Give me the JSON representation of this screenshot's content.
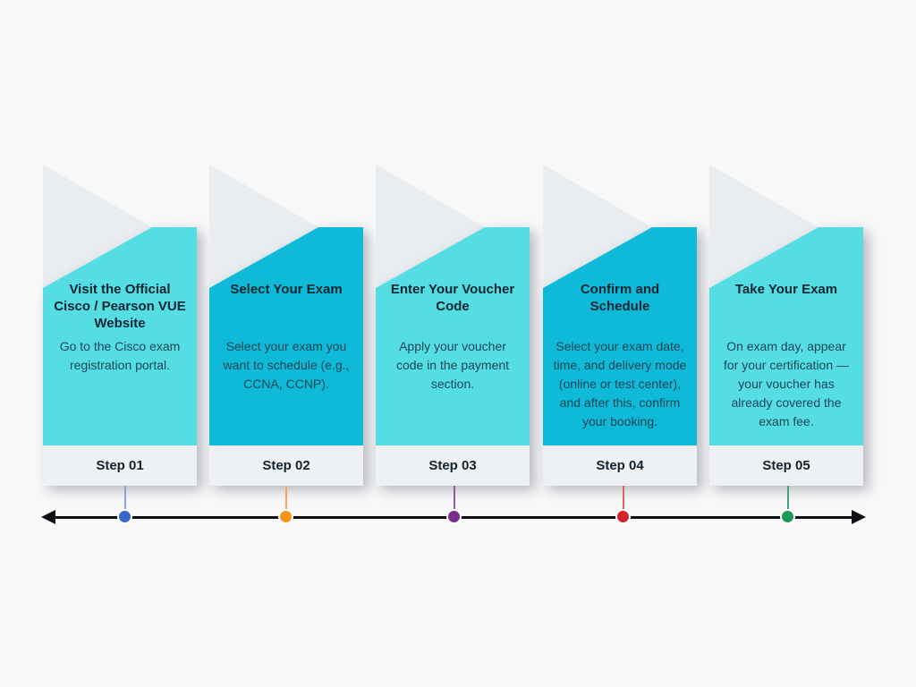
{
  "page": {
    "background_color": "#F8F8F9"
  },
  "timeline": {
    "line_color": "#101014"
  },
  "steps": [
    {
      "title": "Visit the Official\nCisco / Pearson VUE\nWebsite",
      "description": "Go to the Cisco exam\nregistration portal.",
      "step_label": "Step 01",
      "card_color": "#54DEE4",
      "dot_color": "#3B66C9",
      "connector_color": "#8AA4E2"
    },
    {
      "title": "Select Your Exam",
      "description": "Select your exam you\nwant to schedule (e.g.,\nCCNA, CCNP).",
      "step_label": "Step 02",
      "card_color": "#0FBAD9",
      "dot_color": "#F7941E",
      "connector_color": "#F9A355"
    },
    {
      "title": "Enter Your Voucher\nCode",
      "description": "Apply your voucher\ncode in the payment\nsection.",
      "step_label": "Step 03",
      "card_color": "#54DEE4",
      "dot_color": "#7B2D90",
      "connector_color": "#9457A8"
    },
    {
      "title": "Confirm and\nSchedule",
      "description": "Select your exam date,\ntime, and delivery mode\n(online or test center),\nand after this, confirm\nyour booking.",
      "step_label": "Step 04",
      "card_color": "#0FBAD9",
      "dot_color": "#D3232C",
      "connector_color": "#E2625F"
    },
    {
      "title": "Take Your Exam",
      "description": "On exam day, appear\nfor your certification —\nyour voucher has\nalready covered the\nexam fee.",
      "step_label": "Step 05",
      "card_color": "#54DEE4",
      "dot_color": "#1B9A59",
      "connector_color": "#3FA879"
    }
  ]
}
